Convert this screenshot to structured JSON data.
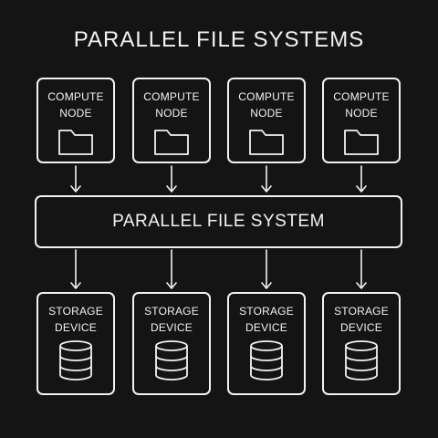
{
  "title": "PARALLEL FILE SYSTEMS",
  "compute_nodes": [
    {
      "line1": "COMPUTE",
      "line2": "NODE",
      "icon": "folder-icon"
    },
    {
      "line1": "COMPUTE",
      "line2": "NODE",
      "icon": "folder-icon"
    },
    {
      "line1": "COMPUTE",
      "line2": "NODE",
      "icon": "folder-icon"
    },
    {
      "line1": "COMPUTE",
      "line2": "NODE",
      "icon": "folder-icon"
    }
  ],
  "file_system": {
    "label": "PARALLEL FILE SYSTEM"
  },
  "storage_devices": [
    {
      "line1": "STORAGE",
      "line2": "DEVICE",
      "icon": "database-icon"
    },
    {
      "line1": "STORAGE",
      "line2": "DEVICE",
      "icon": "database-icon"
    },
    {
      "line1": "STORAGE",
      "line2": "DEVICE",
      "icon": "database-icon"
    },
    {
      "line1": "STORAGE",
      "line2": "DEVICE",
      "icon": "database-icon"
    }
  ],
  "colors": {
    "background": "#141414",
    "foreground": "#f2f2f2"
  }
}
